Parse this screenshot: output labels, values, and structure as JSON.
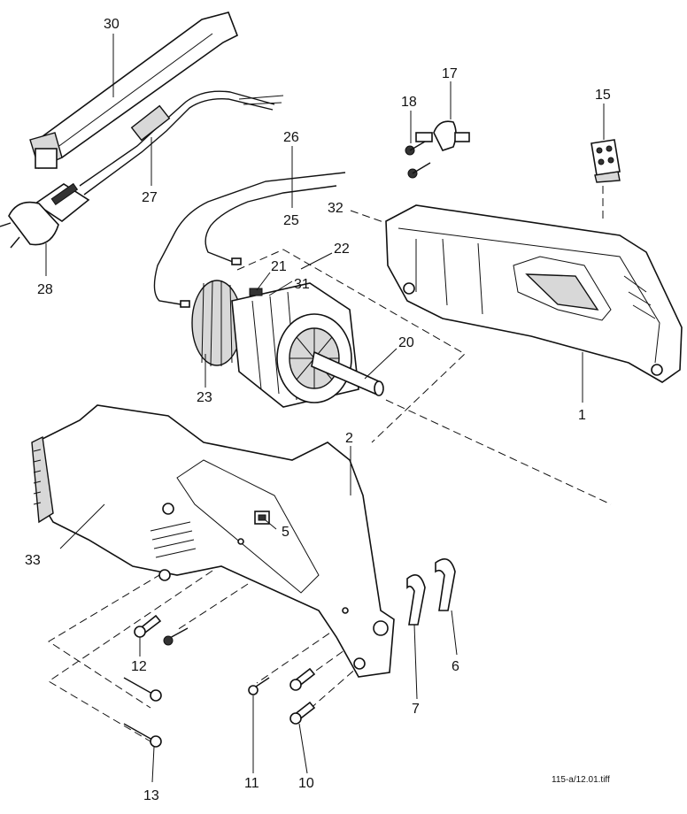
{
  "labels": {
    "n1": "1",
    "n2": "2",
    "n5": "5",
    "n6": "6",
    "n7": "7",
    "n10": "10",
    "n11": "11",
    "n12": "12",
    "n13": "13",
    "n15": "15",
    "n17": "17",
    "n18": "18",
    "n20": "20",
    "n21": "21",
    "n22": "22",
    "n23": "23",
    "n25": "25",
    "n26": "26",
    "n27": "27",
    "n28": "28",
    "n30": "30",
    "n31": "31",
    "n32": "32",
    "n33": "33"
  },
  "file_name": "115-a/12.01.tiff"
}
